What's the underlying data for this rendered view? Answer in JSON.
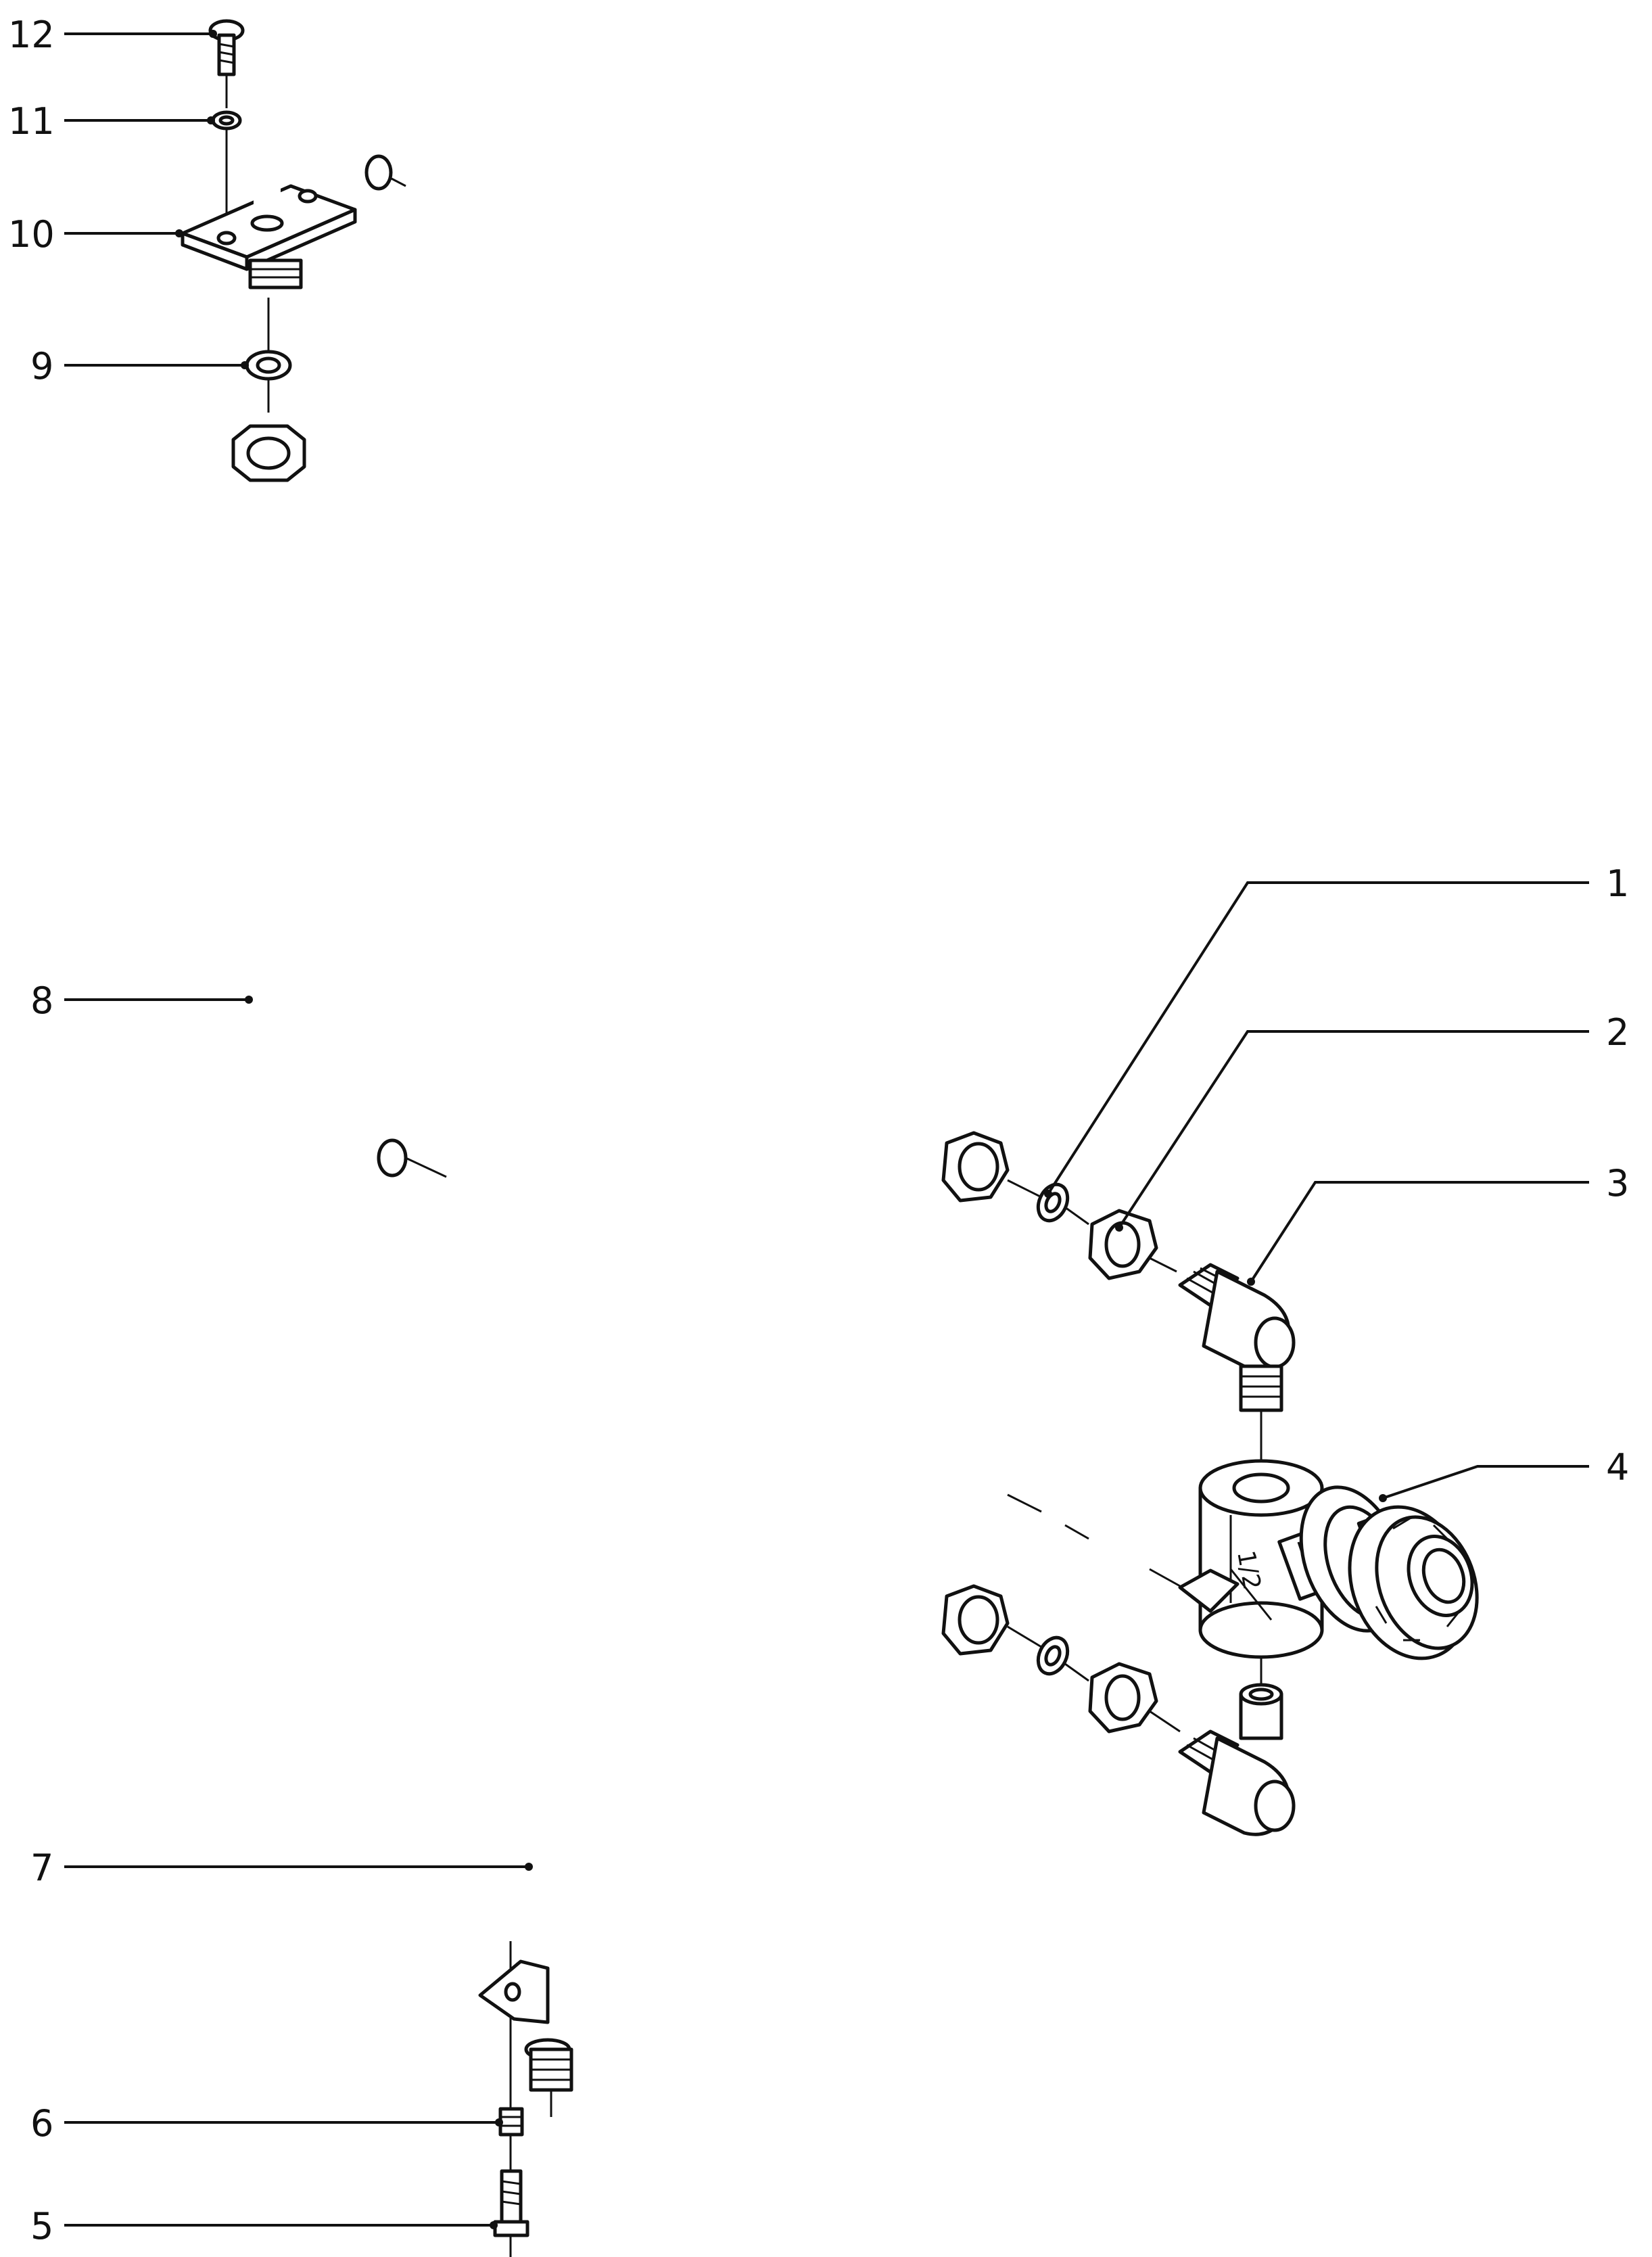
{
  "callouts": [
    {
      "id": "c1",
      "number": "1"
    },
    {
      "id": "c2",
      "number": "2"
    },
    {
      "id": "c3",
      "number": "3"
    },
    {
      "id": "c4",
      "number": "4"
    },
    {
      "id": "c5",
      "number": "5"
    },
    {
      "id": "c6",
      "number": "6"
    },
    {
      "id": "c7",
      "number": "7"
    },
    {
      "id": "c8",
      "number": "8"
    },
    {
      "id": "c9",
      "number": "9"
    },
    {
      "id": "c10",
      "number": "10"
    },
    {
      "id": "c11",
      "number": "11"
    },
    {
      "id": "c12",
      "number": "12"
    }
  ],
  "tee_marking": "1/2"
}
